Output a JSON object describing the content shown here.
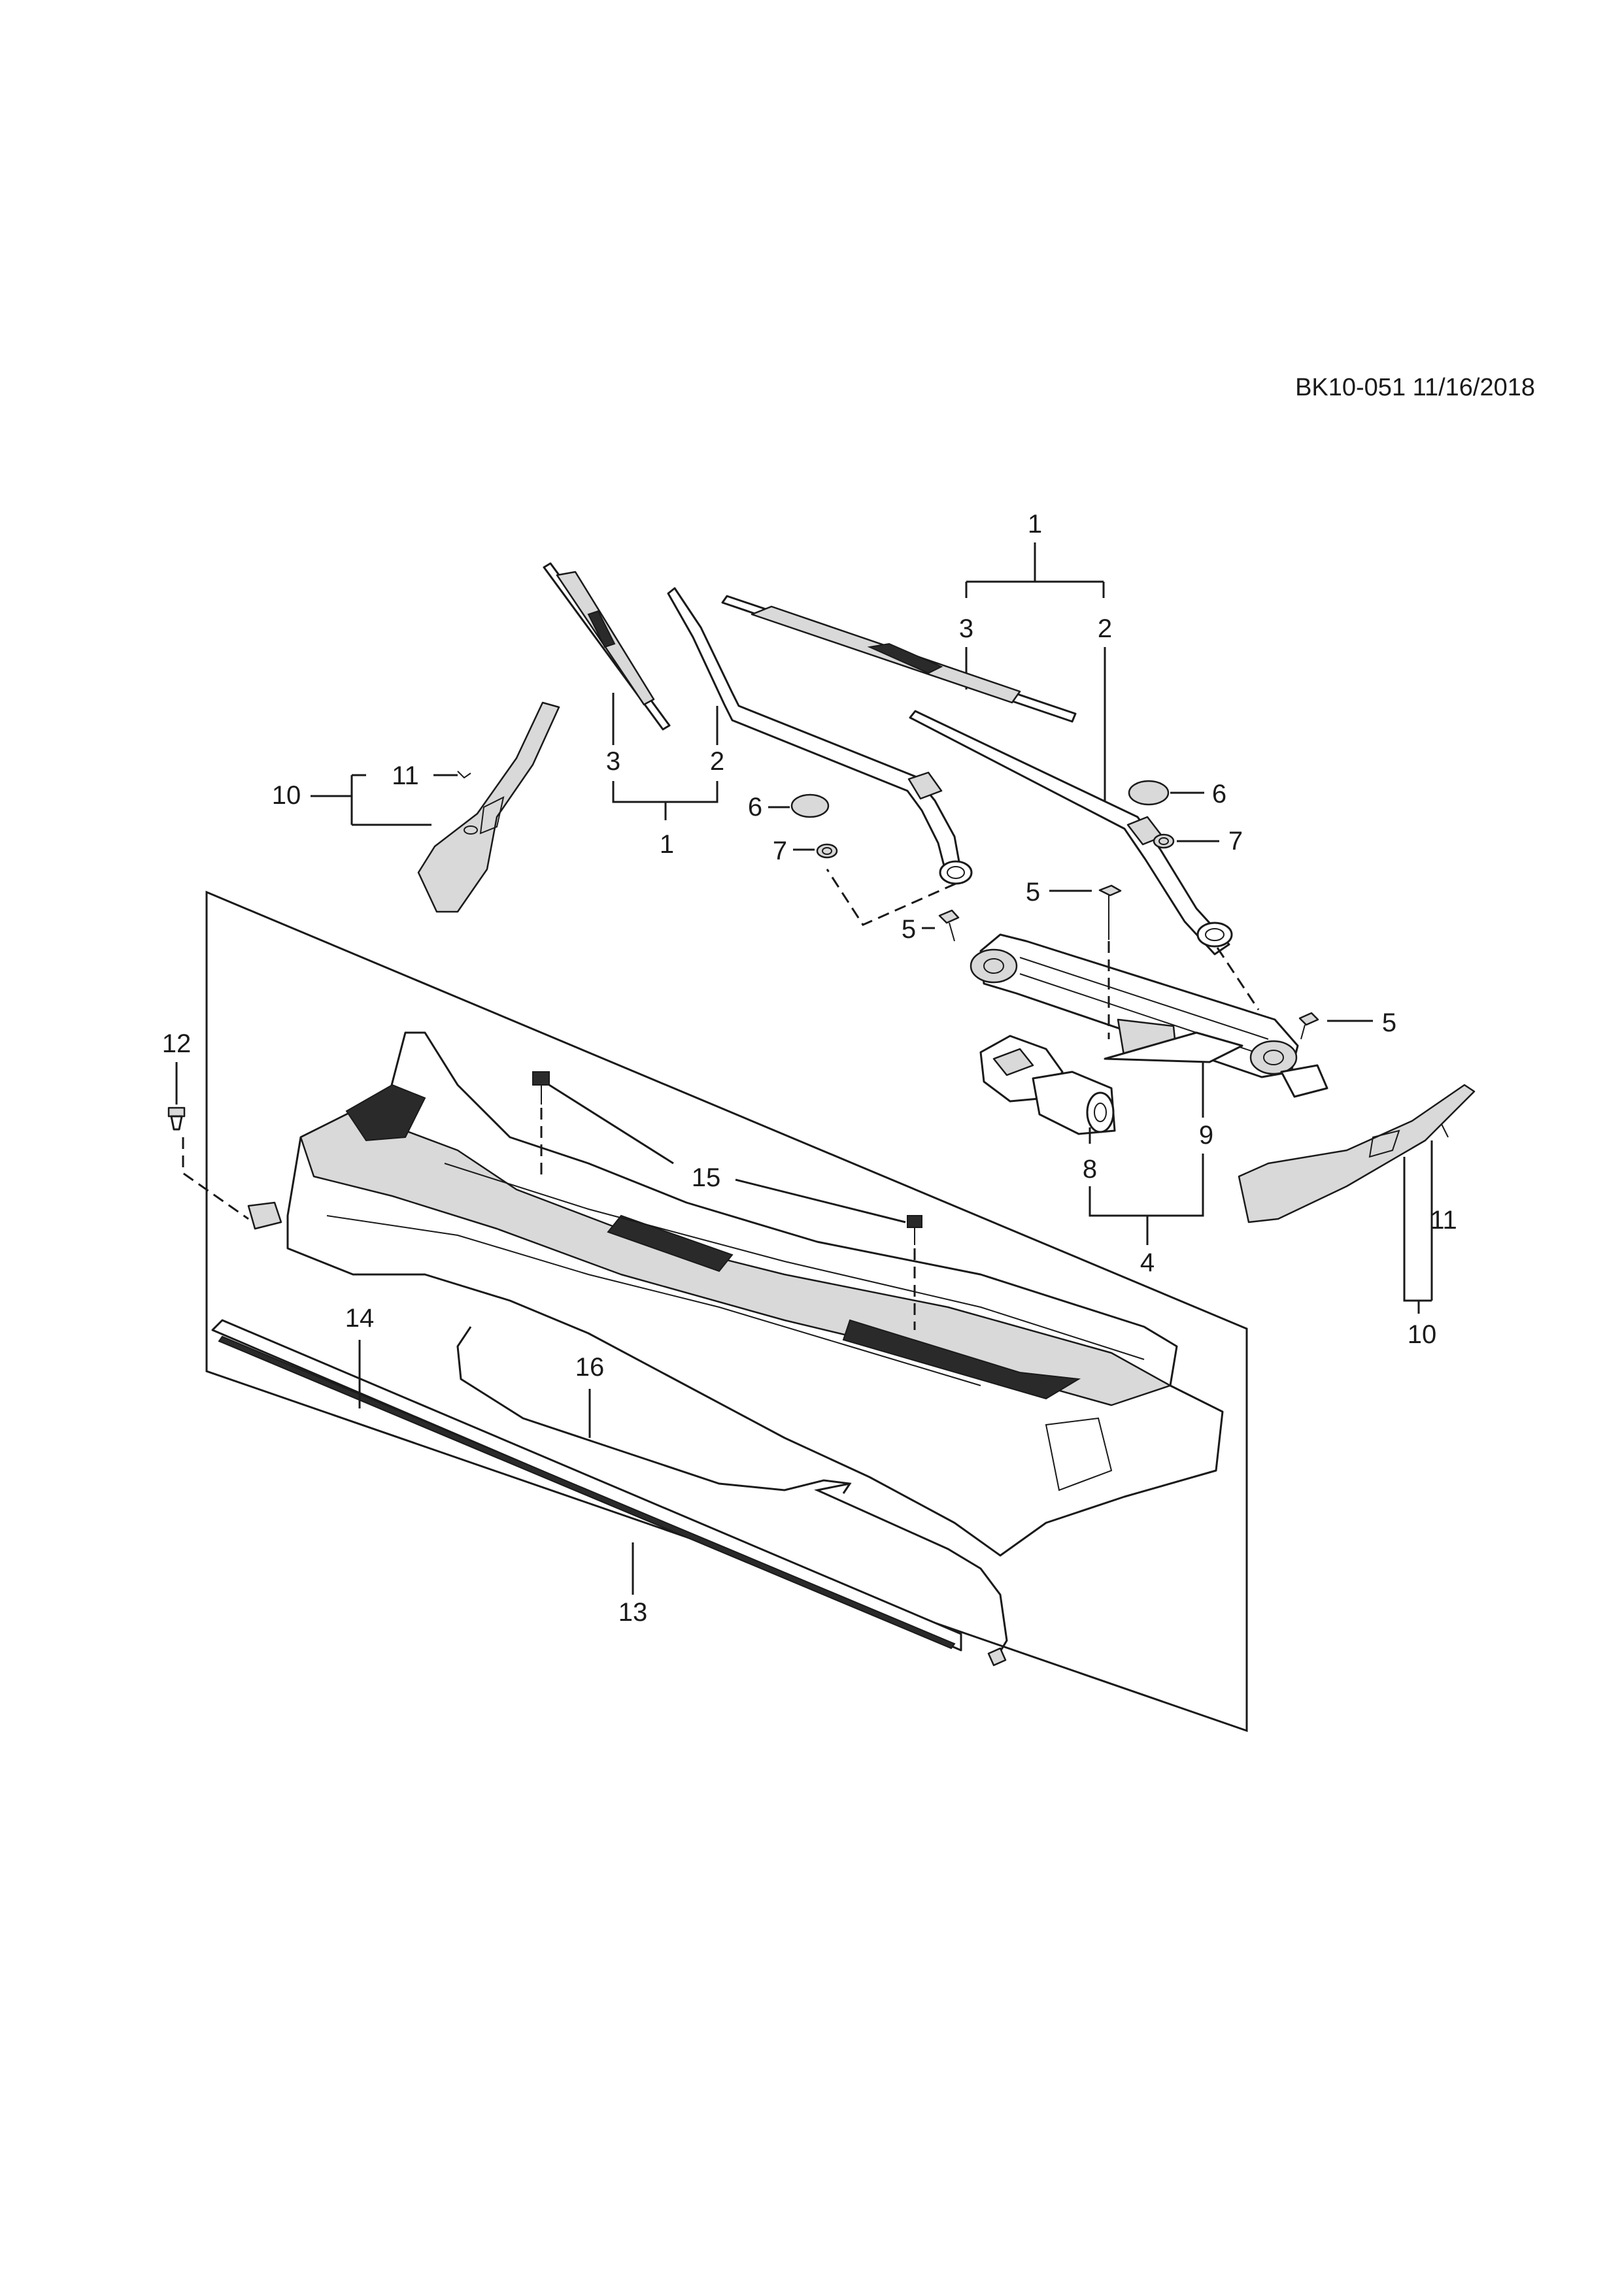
{
  "document": {
    "code": "BK10-051 11/16/2018"
  },
  "callouts": {
    "c1_top": "1",
    "c3_top": "3",
    "c2_top": "2",
    "c3_left": "3",
    "c2_left": "2",
    "c1_left": "1",
    "c10_left": "10",
    "c11_left": "11",
    "c6_left": "6",
    "c7_left": "7",
    "c6_right": "6",
    "c7_right": "7",
    "c5_a": "5",
    "c5_b": "5",
    "c5_c": "5",
    "c12": "12",
    "c15": "15",
    "c8": "8",
    "c9": "9",
    "c4": "4",
    "c11_right": "11",
    "c10_right": "10",
    "c14": "14",
    "c16": "16",
    "c13": "13"
  }
}
